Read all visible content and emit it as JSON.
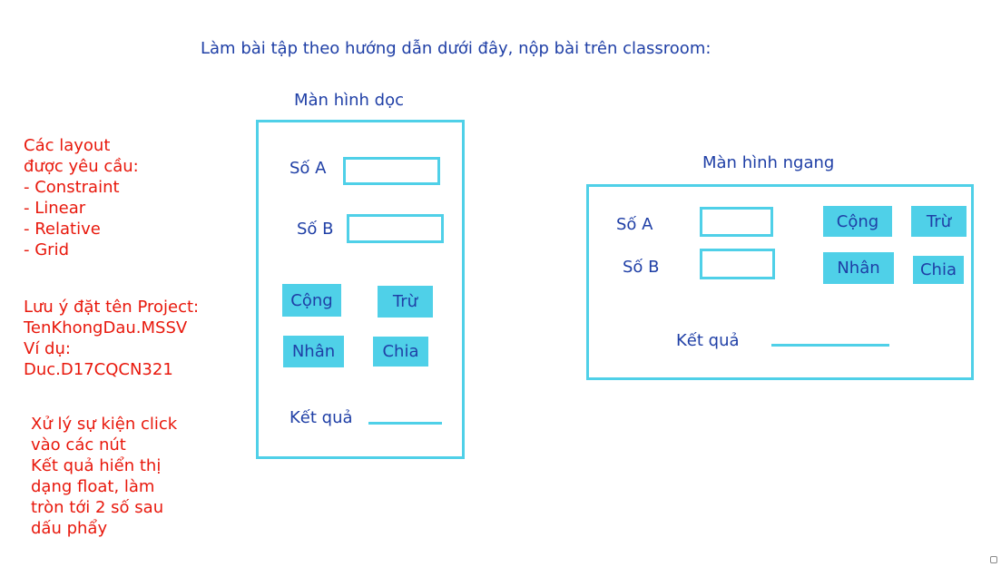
{
  "title": "Làm bài tập theo hướng dẫn dưới đây, nộp bài trên classroom:",
  "notes": {
    "layouts": "Các layout\nđược yêu cầu:\n- Constraint\n- Linear\n- Relative\n- Grid",
    "naming": "Lưu ý đặt tên Project:\nTenKhongDau.MSSV\nVí dụ:\nDuc.D17CQCN321",
    "events": "Xử lý sự kiện click\nvào các nút\nKết quả hiển thị\ndạng float, làm\ntròn tới 2 số sau\ndấu phẩy"
  },
  "portrait": {
    "heading": "Màn hình dọc",
    "label_a": "Số A",
    "label_b": "Số B",
    "btn_add": "Cộng",
    "btn_sub": "Trừ",
    "btn_mul": "Nhân",
    "btn_div": "Chia",
    "result_label": "Kết quả"
  },
  "landscape": {
    "heading": "Màn hình ngang",
    "label_a": "Số A",
    "label_b": "Số B",
    "btn_add": "Cộng",
    "btn_sub": "Trừ",
    "btn_mul": "Nhân",
    "btn_div": "Chia",
    "result_label": "Kết quả"
  },
  "colors": {
    "accent": "#4fd0e8",
    "text_blue": "#1f3fa6",
    "text_red": "#e8180c"
  }
}
